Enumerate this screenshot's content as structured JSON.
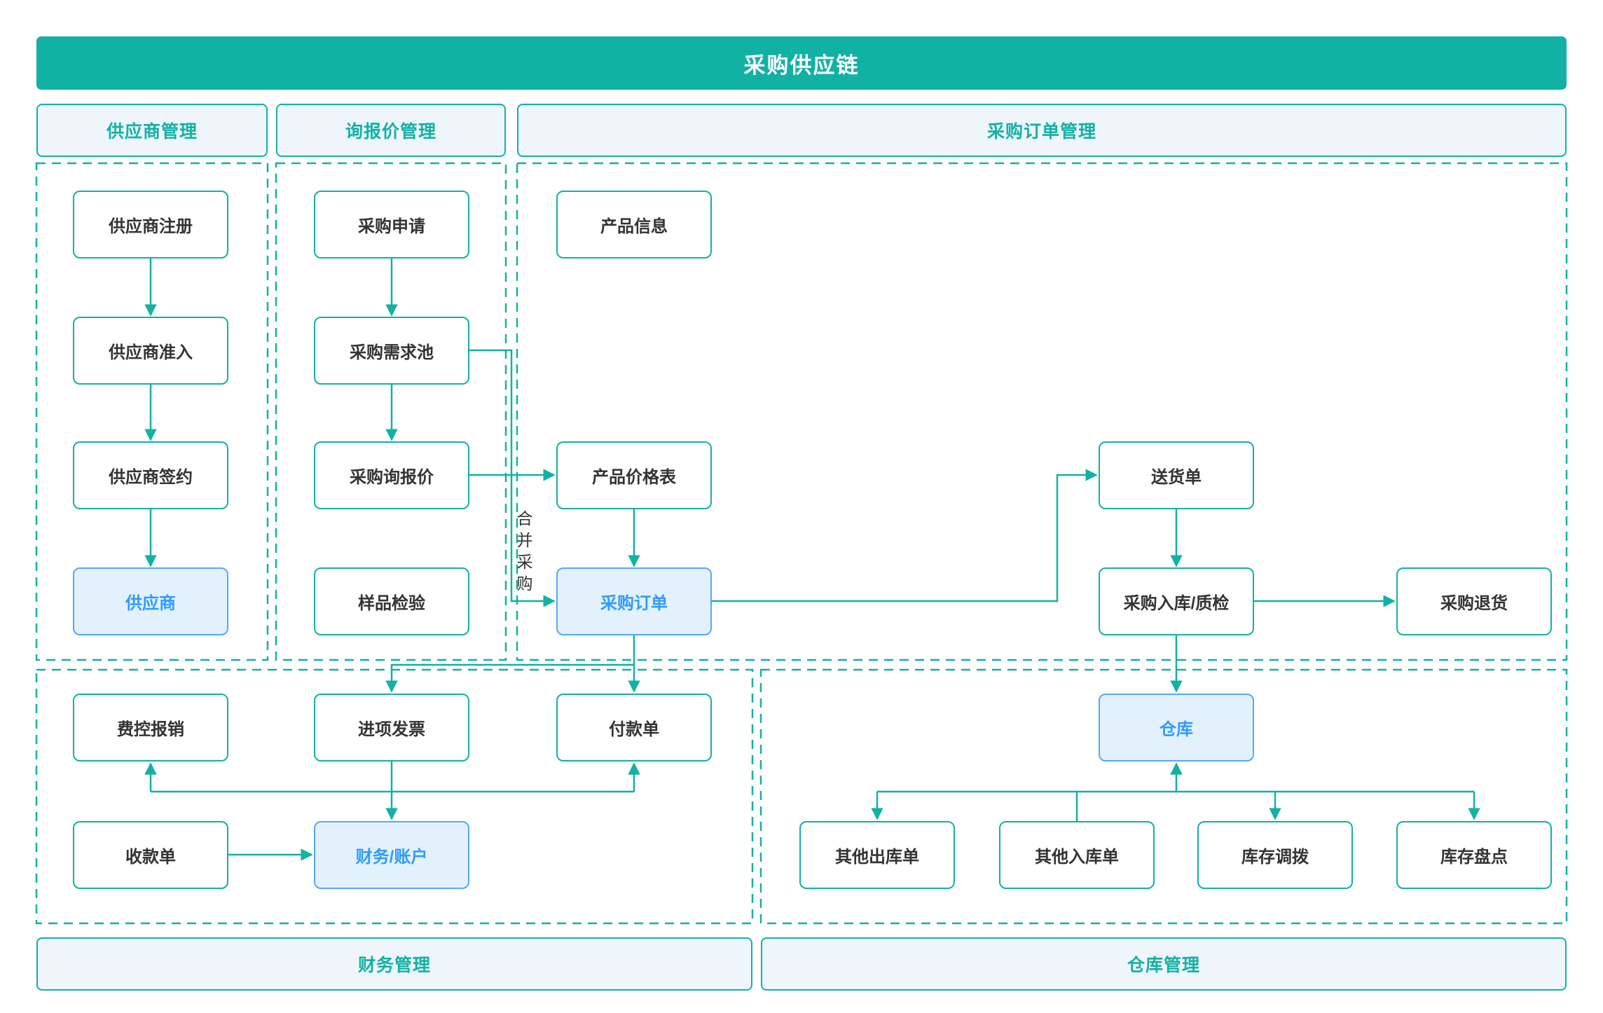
{
  "title": "采购供应链",
  "section_headers": {
    "supplier": "供应商管理",
    "inquiry": "询报价管理",
    "purchase_order": "采购订单管理",
    "finance": "财务管理",
    "warehouse": "仓库管理"
  },
  "labels": {
    "merge_purchase": "合并采购"
  },
  "colors": {
    "teal": "#13b1a4",
    "banner_bg": "#11b1a4",
    "header_bg": "#eef6fc",
    "node_border": "#13b1a4",
    "node_text": "#333333",
    "highlight_border": "#58a6ff",
    "highlight_bg": "#e3f1fd",
    "highlight_text": "#2f9bfe"
  },
  "nodes": [
    {
      "id": "supplier-register",
      "label": "供应商注册",
      "variant": "plain",
      "group": "供应商管理"
    },
    {
      "id": "supplier-access",
      "label": "供应商准入",
      "variant": "plain",
      "group": "供应商管理"
    },
    {
      "id": "supplier-sign",
      "label": "供应商签约",
      "variant": "plain",
      "group": "供应商管理"
    },
    {
      "id": "supplier",
      "label": "供应商",
      "variant": "highlight",
      "group": "供应商管理"
    },
    {
      "id": "purchase-request",
      "label": "采购申请",
      "variant": "plain",
      "group": "询报价管理"
    },
    {
      "id": "demand-pool",
      "label": "采购需求池",
      "variant": "plain",
      "group": "询报价管理"
    },
    {
      "id": "inquiry-quote",
      "label": "采购询报价",
      "variant": "plain",
      "group": "询报价管理"
    },
    {
      "id": "sample-inspection",
      "label": "样品检验",
      "variant": "plain",
      "group": "询报价管理"
    },
    {
      "id": "product-info",
      "label": "产品信息",
      "variant": "plain",
      "group": "采购订单管理"
    },
    {
      "id": "product-price-list",
      "label": "产品价格表",
      "variant": "plain",
      "group": "采购订单管理"
    },
    {
      "id": "purchase-order",
      "label": "采购订单",
      "variant": "highlight",
      "group": "采购订单管理"
    },
    {
      "id": "delivery-note",
      "label": "送货单",
      "variant": "plain",
      "group": "采购订单管理"
    },
    {
      "id": "purchase-inbound-qc",
      "label": "采购入库/质检",
      "variant": "plain",
      "group": "采购订单管理"
    },
    {
      "id": "purchase-return",
      "label": "采购退货",
      "variant": "plain",
      "group": "采购订单管理"
    },
    {
      "id": "expense-reimburse",
      "label": "费控报销",
      "variant": "plain",
      "group": "财务管理"
    },
    {
      "id": "input-invoice",
      "label": "进项发票",
      "variant": "plain",
      "group": "财务管理"
    },
    {
      "id": "payment-slip",
      "label": "付款单",
      "variant": "plain",
      "group": "财务管理"
    },
    {
      "id": "receipt-slip",
      "label": "收款单",
      "variant": "plain",
      "group": "财务管理"
    },
    {
      "id": "finance-account",
      "label": "财务/账户",
      "variant": "highlight",
      "group": "财务管理"
    },
    {
      "id": "warehouse",
      "label": "仓库",
      "variant": "highlight",
      "group": "仓库管理"
    },
    {
      "id": "other-outbound",
      "label": "其他出库单",
      "variant": "plain",
      "group": "仓库管理"
    },
    {
      "id": "other-inbound",
      "label": "其他入库单",
      "variant": "plain",
      "group": "仓库管理"
    },
    {
      "id": "stock-transfer",
      "label": "库存调拨",
      "variant": "plain",
      "group": "仓库管理"
    },
    {
      "id": "stock-count",
      "label": "库存盘点",
      "variant": "plain",
      "group": "仓库管理"
    }
  ]
}
